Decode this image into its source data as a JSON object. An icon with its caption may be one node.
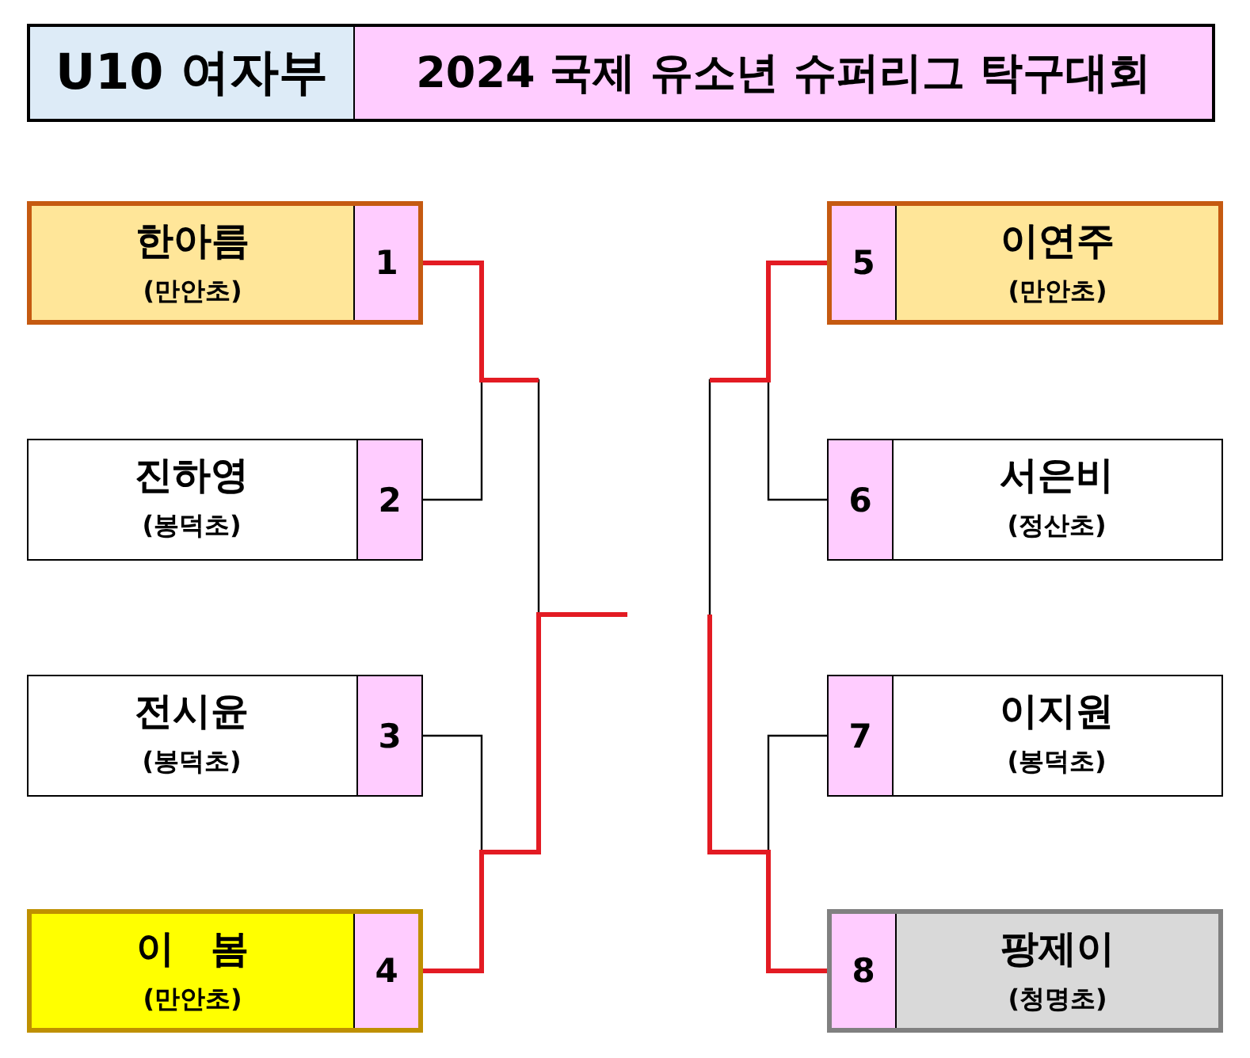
{
  "diagram": {
    "nodes": [
      {
        "text": [
          "U10 여자부"
        ]
      },
      {
        "text": [
          "2024 국제 유소년 슈퍼리그 탁구대회"
        ]
      },
      {
        "text": [
          "한아름",
          "(만안초)"
        ]
      },
      {
        "text": [
          "1"
        ],
        "in": 2
      },
      {
        "text": [
          "진하영",
          "(봉덕초)"
        ]
      },
      {
        "text": [
          "2"
        ],
        "in": 4
      },
      {
        "text": [
          "전시윤",
          "(봉덕초)"
        ]
      },
      {
        "text": [
          "3"
        ],
        "in": 6
      },
      {
        "text": [
          "이 봄",
          "(만안초)"
        ]
      },
      {
        "text": [
          "4"
        ],
        "in": 8
      },
      {
        "text": [
          "이연주",
          "(만안초)"
        ]
      },
      {
        "text": [
          "5"
        ],
        "in": 10
      },
      {
        "text": [
          "서은비",
          "(정산초)"
        ]
      },
      {
        "text": [
          "6"
        ],
        "in": 12
      },
      {
        "text": [
          "이지원",
          "(봉덕초)"
        ]
      },
      {
        "text": [
          "7"
        ],
        "in": 14
      },
      {
        "text": [
          "팡제이",
          "(청명초)"
        ]
      },
      {
        "text": [
          "8"
        ],
        "in": 16
      }
    ],
    "edges": [
      {
        "from": 3,
        "to": null,
        "arrow": "none",
        "style": "thick",
        "color": "#e31b23"
      },
      {
        "from": 5,
        "to": null,
        "arrow": "none",
        "color": "#000000"
      },
      {
        "from": 7,
        "to": null,
        "arrow": "none",
        "color": "#000000"
      },
      {
        "from": 9,
        "to": null,
        "arrow": "none",
        "style": "thick",
        "color": "#e31b23"
      },
      {
        "from": 11,
        "to": null,
        "arrow": "none",
        "style": "thick",
        "color": "#e31b23"
      },
      {
        "from": 13,
        "to": null,
        "arrow": "none",
        "color": "#000000"
      },
      {
        "from": 15,
        "to": null,
        "arrow": "none",
        "color": "#000000"
      },
      {
        "from": 17,
        "to": null,
        "arrow": "none",
        "style": "thick",
        "color": "#e31b23"
      }
    ]
  }
}
